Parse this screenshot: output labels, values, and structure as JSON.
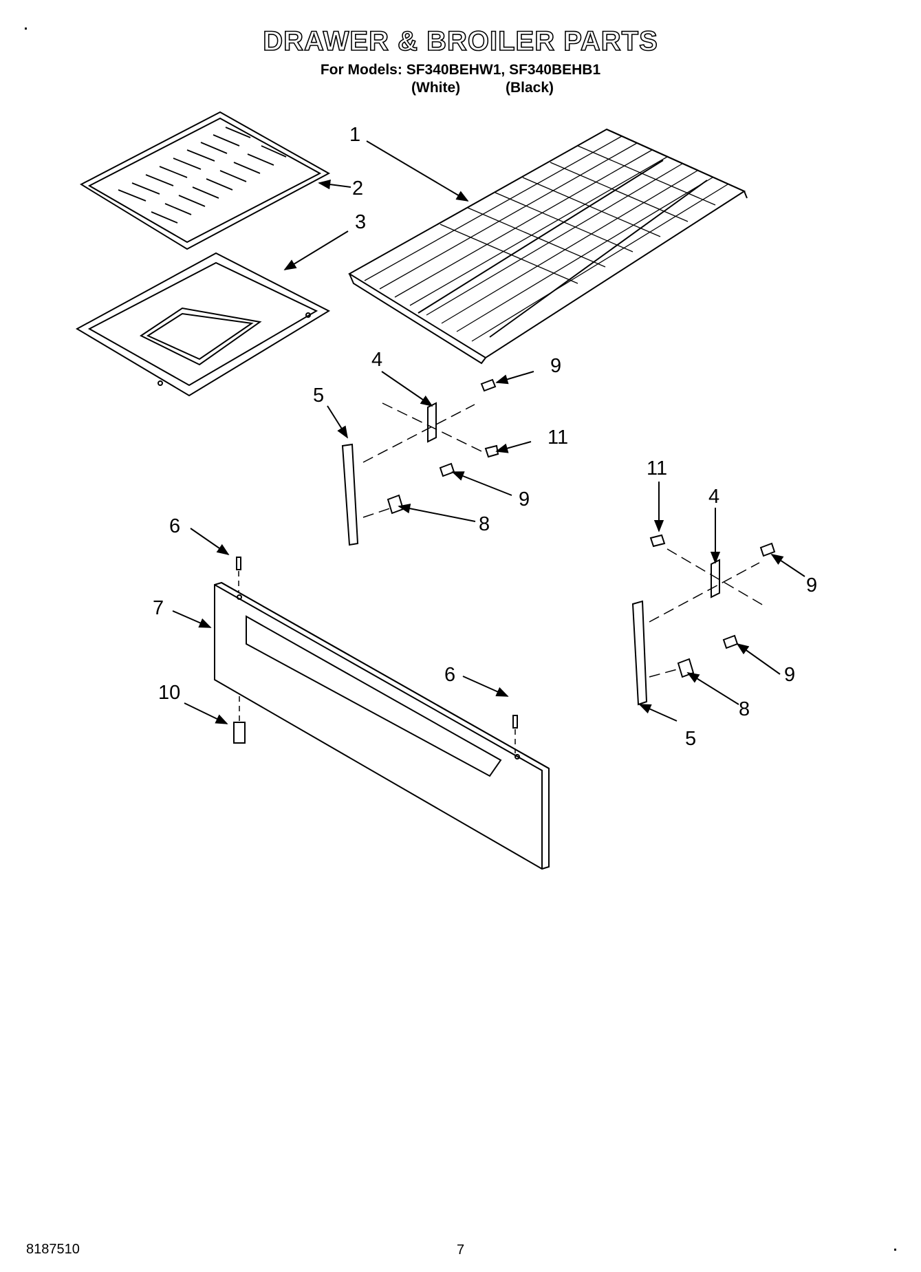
{
  "header": {
    "title": "DRAWER & BROILER PARTS",
    "models_line": "For Models: SF340BEHW1, SF340BEHB1",
    "variant_1": "(White)",
    "variant_2": "(Black)"
  },
  "callouts": [
    {
      "id": "c1",
      "label": "1"
    },
    {
      "id": "c2",
      "label": "2"
    },
    {
      "id": "c3",
      "label": "3"
    },
    {
      "id": "c4a",
      "label": "4"
    },
    {
      "id": "c9a",
      "label": "9"
    },
    {
      "id": "c5a",
      "label": "5"
    },
    {
      "id": "c11a",
      "label": "11"
    },
    {
      "id": "c9b",
      "label": "9"
    },
    {
      "id": "c8a",
      "label": "8"
    },
    {
      "id": "c11b",
      "label": "11"
    },
    {
      "id": "c4b",
      "label": "4"
    },
    {
      "id": "c6a",
      "label": "6"
    },
    {
      "id": "c9c",
      "label": "9"
    },
    {
      "id": "c7",
      "label": "7"
    },
    {
      "id": "c6b",
      "label": "6"
    },
    {
      "id": "c9d",
      "label": "9"
    },
    {
      "id": "c10",
      "label": "10"
    },
    {
      "id": "c8b",
      "label": "8"
    },
    {
      "id": "c5b",
      "label": "5"
    }
  ],
  "footer": {
    "doc_number": "8187510",
    "page_number": "7"
  }
}
